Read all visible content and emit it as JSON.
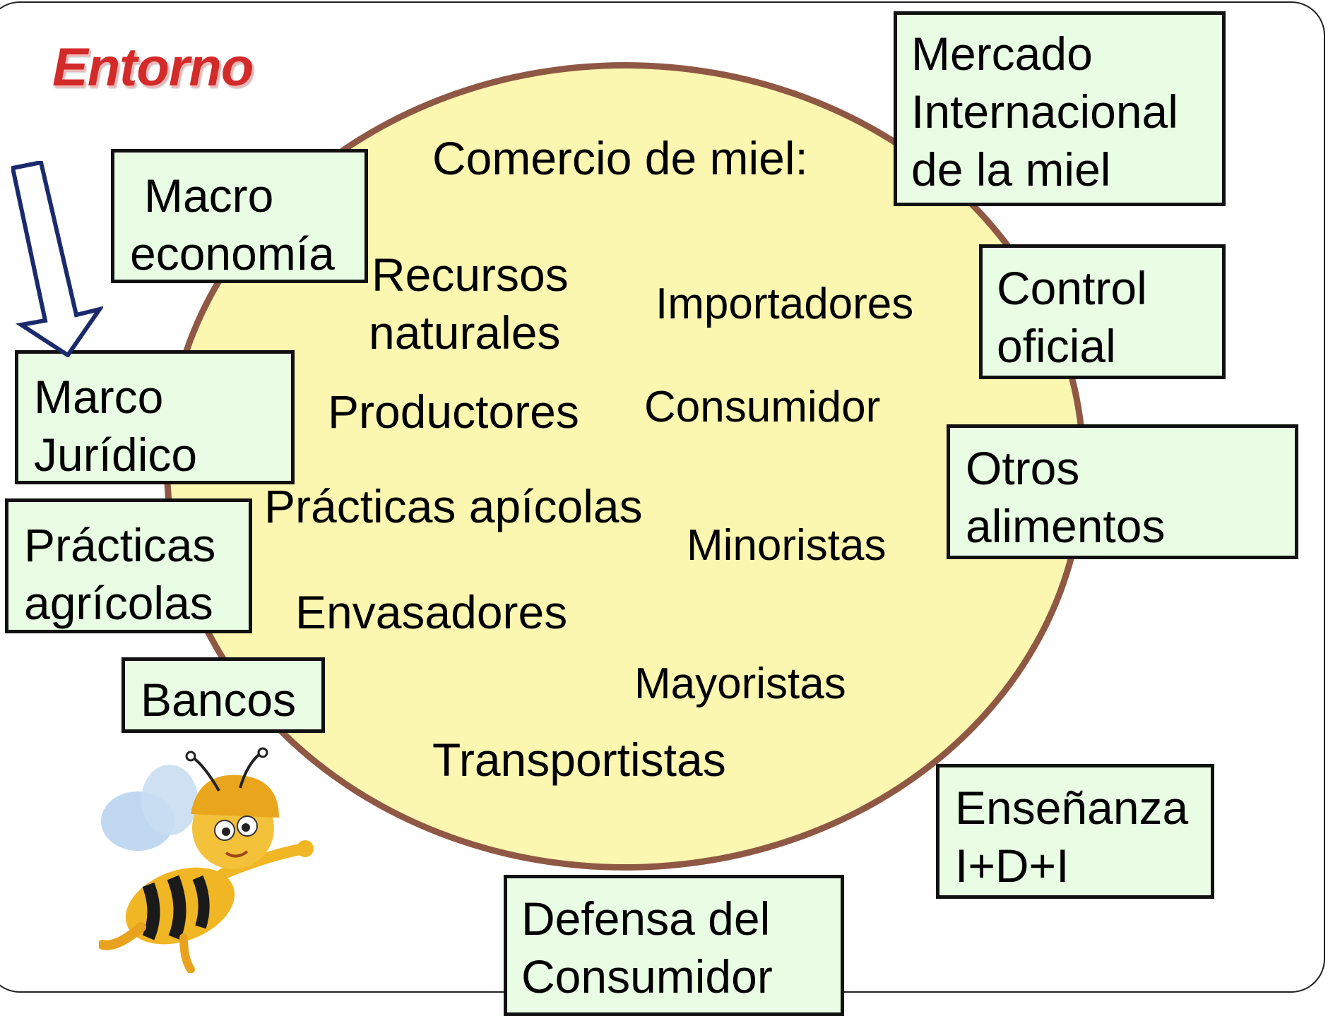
{
  "title": "Entorno",
  "center": {
    "heading": "Comercio de miel:",
    "actors": {
      "recursos_1": "Recursos",
      "recursos_2": "naturales",
      "importadores": "Importadores",
      "productores": "Productores",
      "consumidor": "Consumidor",
      "practicas_apicolas": "Prácticas apícolas",
      "minoristas": "Minoristas",
      "envasadores": "Envasadores",
      "mayoristas": "Mayoristas",
      "transportistas": "Transportistas"
    }
  },
  "boxes": {
    "macro_economia": [
      "Macro",
      "economía"
    ],
    "marco_juridico": [
      "Marco",
      "Jurídico"
    ],
    "practicas_agricolas": [
      "Prácticas",
      "agrícolas"
    ],
    "bancos": [
      "Bancos"
    ],
    "mercado_internacional": [
      "Mercado",
      "Internacional",
      "de la miel"
    ],
    "control_oficial": [
      "Control",
      "oficial"
    ],
    "otros_alimentos": [
      "Otros",
      "alimentos"
    ],
    "ensenanza": [
      "Enseñanza",
      "I+D+I"
    ],
    "defensa_consumidor": [
      "Defensa del",
      "Consumidor"
    ]
  },
  "colors": {
    "title": "#d32a2a",
    "ellipse_fill": "#fbf6b0",
    "ellipse_border": "#8f5844",
    "box_fill": "#e8fde4",
    "arrow_stroke": "#1a2a6c"
  },
  "icons": {
    "arrow": "down-arrow-outline-icon",
    "mascot": "bee-cartoon-icon"
  }
}
